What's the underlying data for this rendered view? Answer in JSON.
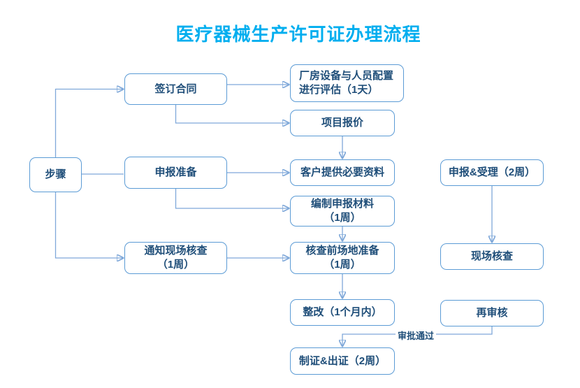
{
  "title": "医疗器械生产许可证办理流程",
  "colors": {
    "title_text": "#00AEEF",
    "box_border": "#5B9BD5",
    "box_text": "#1F4E79",
    "connector_line": "#7FA8D9",
    "arrowhead": "#2E75B6",
    "background": "#ffffff"
  },
  "nodes": {
    "steps": {
      "label": "步骤"
    },
    "sign_contract": {
      "label": "签订合同"
    },
    "declare_prep": {
      "label": "申报准备"
    },
    "notify_inspection": {
      "label": "通知现场核查\n（1周）"
    },
    "factory_eval": {
      "label": "厂房设备与人员配置\n进行评估（1天）"
    },
    "project_quote": {
      "label": "项目报价"
    },
    "customer_materials": {
      "label": "客户提供必要资料"
    },
    "prepare_materials": {
      "label": "编制申报材料\n（1周）"
    },
    "site_prep": {
      "label": "核查前场地准备\n（1周）"
    },
    "rectification": {
      "label": "整改（1个月内）"
    },
    "issue_certificate": {
      "label": "制证&出证（2周）"
    },
    "declare_accept": {
      "label": "申报&受理（2周）"
    },
    "onsite_inspection": {
      "label": "现场核查"
    },
    "re_review": {
      "label": "再审核"
    }
  },
  "edges": {
    "approval_passed": "审批通过"
  }
}
